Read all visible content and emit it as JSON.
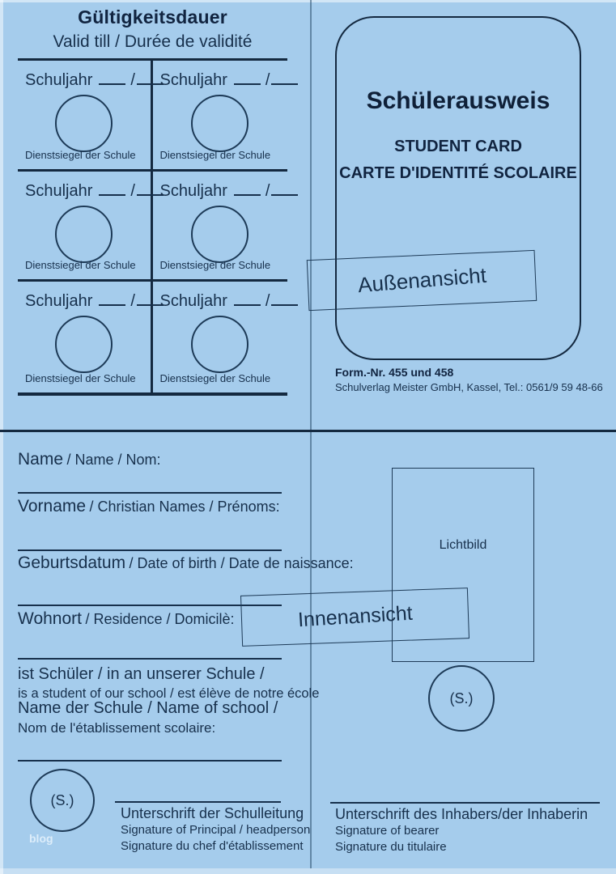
{
  "colors": {
    "background": "#a5ccec",
    "ink_text": "#17304c",
    "ink_rules": "#142940",
    "fold_line": "rgba(42,76,108,0.55)"
  },
  "validity": {
    "title": "Gültigkeitsdauer",
    "subtitle": "Valid till / Durée de validité",
    "rows": [
      {
        "cells": [
          {
            "season_label": "Schuljahr",
            "separator": "/",
            "stamp_caption": "Dienstsiegel der Schule"
          },
          {
            "season_label": "Schuljahr",
            "separator": "/",
            "stamp_caption": "Dienstsiegel der Schule"
          }
        ]
      },
      {
        "cells": [
          {
            "season_label": "Schuljahr",
            "separator": "/",
            "stamp_caption": "Dienstsiegel der Schule"
          },
          {
            "season_label": "Schuljahr",
            "separator": "/",
            "stamp_caption": "Dienstsiegel der Schule"
          }
        ]
      },
      {
        "cells": [
          {
            "season_label": "Schuljahr",
            "separator": "/",
            "stamp_caption": "Dienstsiegel der Schule"
          },
          {
            "season_label": "Schuljahr",
            "separator": "/",
            "stamp_caption": "Dienstsiegel der Schule"
          }
        ]
      }
    ]
  },
  "card": {
    "title": "Schülerausweis",
    "subtitle_en": "STUDENT CARD",
    "subtitle_fr": "CARTE D'IDENTITÉ SCOLAIRE",
    "outside_stamp": "Außenansicht",
    "form_number": "Form.-Nr. 455 und 458",
    "publisher": "Schulverlag Meister GmbH, Kassel, Tel.: 0561/9 59 48-66"
  },
  "inner": {
    "inside_stamp": "Innenansicht",
    "photo_label": "Lichtbild",
    "fields": {
      "name": {
        "primary": "Name",
        "secondary": "/ Name / Nom:"
      },
      "vorname": {
        "primary": "Vorname",
        "secondary": "/ Christian Names / Prénoms:"
      },
      "geburtsdatum": {
        "primary": "Geburtsdatum",
        "secondary": "/ Date of birth / Date de naissance:"
      },
      "wohnort": {
        "primary": "Wohnort",
        "secondary": "/ Residence / Domicilè:"
      }
    },
    "student_statement": {
      "line_de": "ist Schüler / in an unserer Schule /",
      "line_intl": "is a student of our school / est élève de notre école"
    },
    "school_name": {
      "line_de": "Name der Schule / Name of school /",
      "line_fr": "Nom de l'établissement scolaire:"
    },
    "seals": {
      "left": "(S.)",
      "right": "(S.)"
    },
    "signatures": {
      "principal": {
        "line_de": "Unterschrift der Schulleitung",
        "line_en": "Signature of Principal / headperson",
        "line_fr": "Signature du chef d'établissement"
      },
      "bearer": {
        "line_de": "Unterschrift des Inhabers/der Inhaberin",
        "line_en": "Signature of bearer",
        "line_fr": "Signature du titulaire"
      }
    }
  },
  "watermark": "blog"
}
